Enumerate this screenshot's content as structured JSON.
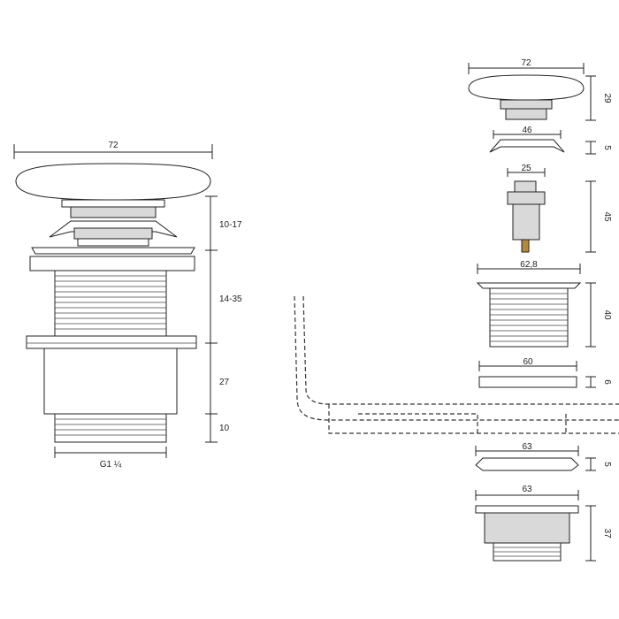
{
  "assembled": {
    "width_label": "72",
    "heights": [
      "10-17",
      "14-35",
      "27",
      "10"
    ],
    "thread_label": "G1 ¼"
  },
  "parts": {
    "cap_width": "72",
    "cap_height": "29",
    "washer_width": "46",
    "washer_height": "5",
    "stem_width": "25",
    "stem_height": "45",
    "flange_width": "62,8",
    "flange_height": "40",
    "gasket_width": "60",
    "gasket_height": "6",
    "lower_washer_width": "63",
    "lower_washer_height": "5",
    "nut_width": "63",
    "nut_height": "37"
  },
  "colors": {
    "line": "#222222",
    "fill": "#d9d9d9",
    "brass": "#b5893a"
  }
}
